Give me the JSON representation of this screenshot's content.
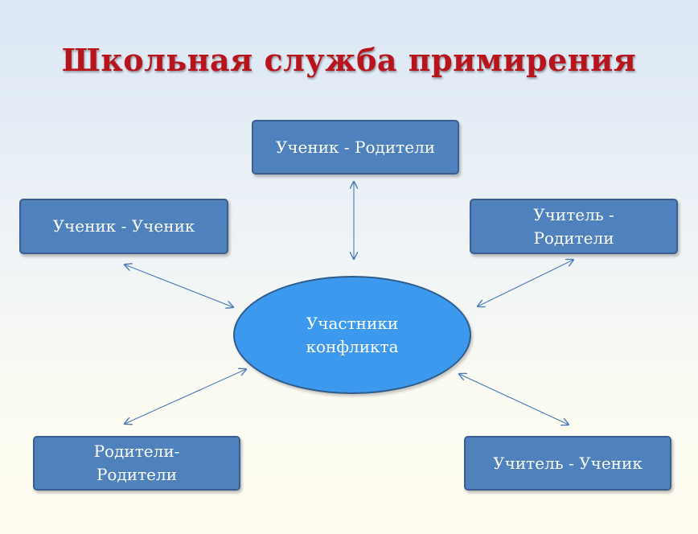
{
  "title": "Школьная служба примирения",
  "center": "Участники\nконфликта",
  "nodes": {
    "top": "Ученик - Родители",
    "left": "Ученик - Ученик",
    "right": "Учитель -\nРодители",
    "bottom_left": "Родители-\nРодители",
    "bottom_right": "Учитель - Ученик"
  },
  "colors": {
    "title": "#b8141c",
    "box_fill": "#4f81bd",
    "ellipse_fill": "#3d99ee",
    "arrow": "#4a7ab8"
  },
  "edges": [
    {
      "from": "center",
      "to": "top",
      "type": "bidirectional-arrow"
    },
    {
      "from": "center",
      "to": "left",
      "type": "bidirectional-arrow"
    },
    {
      "from": "center",
      "to": "right",
      "type": "bidirectional-arrow"
    },
    {
      "from": "center",
      "to": "bottom_left",
      "type": "bidirectional-arrow"
    },
    {
      "from": "center",
      "to": "bottom_right",
      "type": "bidirectional-arrow"
    }
  ]
}
